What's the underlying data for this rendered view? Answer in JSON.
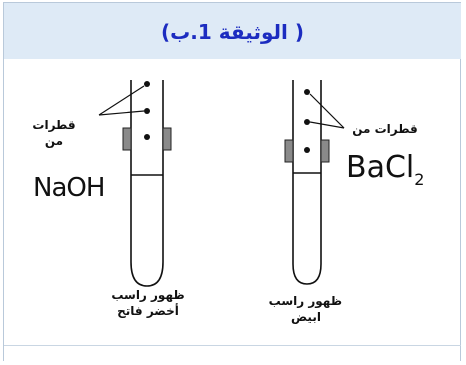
{
  "title": "( الوثيقة 1.ب)",
  "left_tube": {
    "drops_label_line1": "قطرات",
    "drops_label_line2": "من",
    "reagent": "NaOH",
    "result_line1": "ظهور راسب",
    "result_line2": "أخضر فاتح"
  },
  "right_tube": {
    "drops_label": "قطرات من",
    "reagent": "BaCl",
    "reagent_subscript": "2",
    "result_line1": "ظهور راسب",
    "result_line2": "ابيض"
  },
  "colors": {
    "title_text": "#1c2cc0",
    "title_band": "#deeaf6",
    "clamp": "#8a8a8a"
  }
}
